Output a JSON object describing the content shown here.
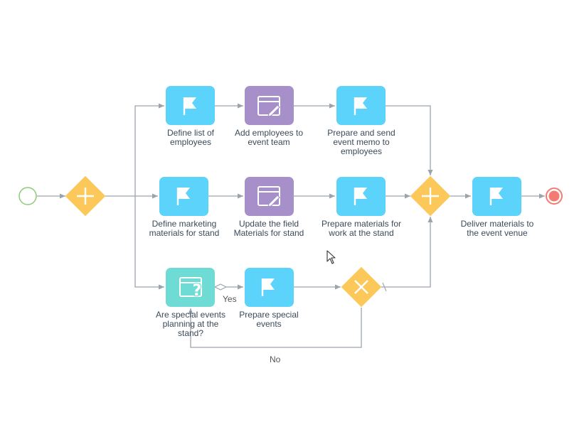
{
  "tasks": {
    "t_define_list": "Define list of employees",
    "t_add_employees": "Add employees to event team",
    "t_prepare_memo": "Prepare and send event memo to employees",
    "t_define_marketing": "Define marketing materials for stand",
    "t_update_field": "Update the field Materials for stand",
    "t_prepare_materials": "Prepare materials for work at the stand",
    "t_special_q": "Are special events planning at the stand?",
    "t_prepare_special": "Prepare special events",
    "t_deliver": "Deliver materials to the event venue"
  },
  "labels_lines": {
    "t_define_list": [
      "Define list of",
      "employees"
    ],
    "t_add_employees": [
      "Add employees to",
      "event team"
    ],
    "t_prepare_memo": [
      "Prepare and send",
      "event memo to",
      "employees"
    ],
    "t_define_marketing": [
      "Define marketing",
      "materials for stand"
    ],
    "t_update_field": [
      "Update the field",
      "Materials for stand"
    ],
    "t_prepare_materials": [
      "Prepare materials for",
      "work at the stand"
    ],
    "t_special_q": [
      "Are special events",
      "planning at the",
      "stand?"
    ],
    "t_prepare_special": [
      "Prepare special",
      "events"
    ],
    "t_deliver": [
      "Deliver materials to",
      "the event venue"
    ]
  },
  "edges": {
    "yes": "Yes",
    "no": "No"
  },
  "colors": {
    "task_blue": "#5cd3fa",
    "task_purple": "#a78fc9",
    "task_teal": "#6edcd4",
    "gateway": "#fcc85a",
    "start_stroke": "#8ccc78",
    "end_fill": "#f47b72",
    "connector": "#9aa4ad"
  },
  "icons": {
    "t_define_list": "flag-icon",
    "t_add_employees": "edit-page-icon",
    "t_prepare_memo": "flag-icon",
    "t_define_marketing": "flag-icon",
    "t_update_field": "edit-page-icon",
    "t_prepare_materials": "flag-icon",
    "t_special_q": "question-page-icon",
    "t_prepare_special": "flag-icon",
    "t_deliver": "flag-icon"
  }
}
